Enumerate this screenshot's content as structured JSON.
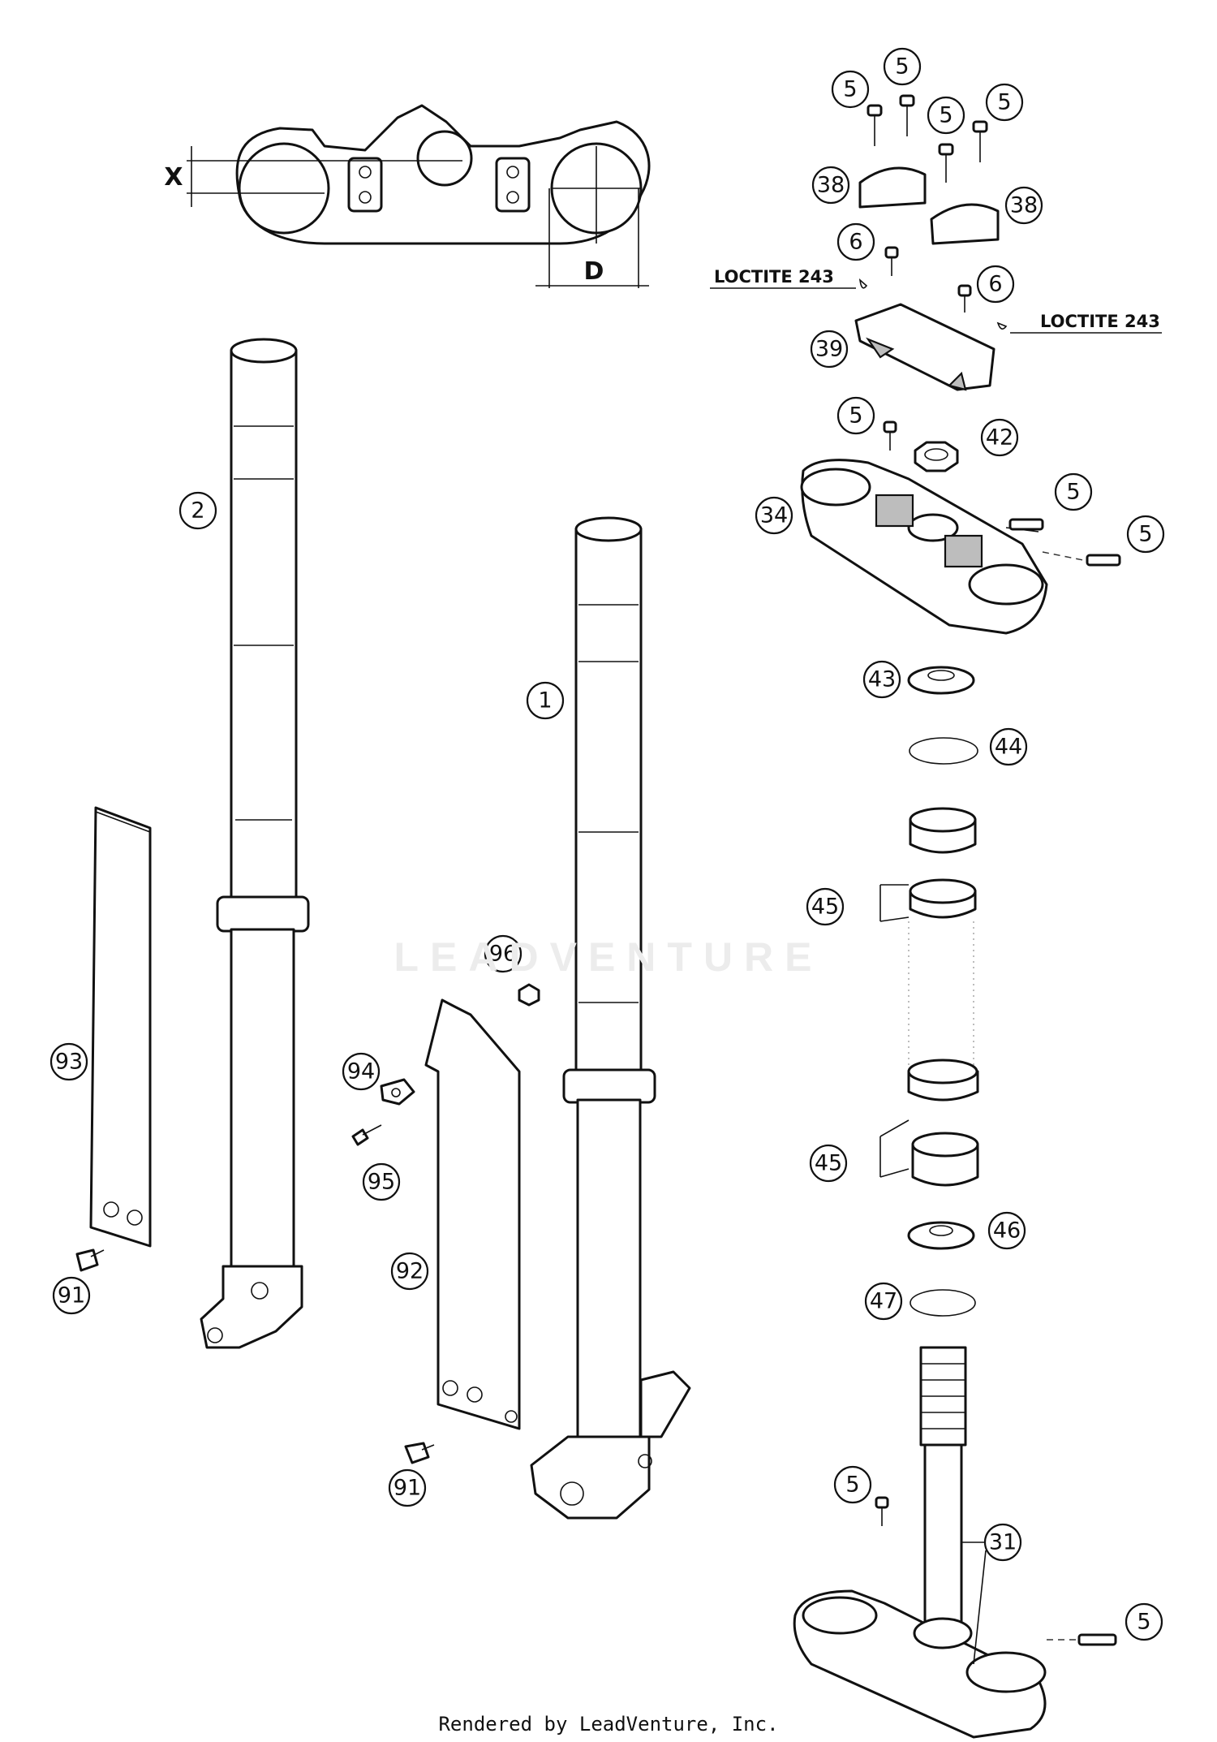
{
  "watermark": "LEADVENTURE",
  "footer": "Rendered by LeadVenture, Inc.",
  "loctite_label": "LOCTITE 243",
  "dimension_labels": {
    "x": "X",
    "d": "D"
  },
  "callouts": [
    {
      "id": "c-5-a",
      "label": "5"
    },
    {
      "id": "c-5-b",
      "label": "5"
    },
    {
      "id": "c-5-c",
      "label": "5"
    },
    {
      "id": "c-5-d",
      "label": "5"
    },
    {
      "id": "c-38-a",
      "label": "38"
    },
    {
      "id": "c-38-b",
      "label": "38"
    },
    {
      "id": "c-6-a",
      "label": "6"
    },
    {
      "id": "c-6-b",
      "label": "6"
    },
    {
      "id": "c-39",
      "label": "39"
    },
    {
      "id": "c-5-e",
      "label": "5"
    },
    {
      "id": "c-42",
      "label": "42"
    },
    {
      "id": "c-34",
      "label": "34"
    },
    {
      "id": "c-5-f",
      "label": "5"
    },
    {
      "id": "c-5-g",
      "label": "5"
    },
    {
      "id": "c-2",
      "label": "2"
    },
    {
      "id": "c-1",
      "label": "1"
    },
    {
      "id": "c-43",
      "label": "43"
    },
    {
      "id": "c-44",
      "label": "44"
    },
    {
      "id": "c-45-a",
      "label": "45"
    },
    {
      "id": "c-45-b",
      "label": "45"
    },
    {
      "id": "c-96",
      "label": "96"
    },
    {
      "id": "c-93",
      "label": "93"
    },
    {
      "id": "c-94",
      "label": "94"
    },
    {
      "id": "c-95",
      "label": "95"
    },
    {
      "id": "c-46",
      "label": "46"
    },
    {
      "id": "c-47",
      "label": "47"
    },
    {
      "id": "c-92",
      "label": "92"
    },
    {
      "id": "c-91-a",
      "label": "91"
    },
    {
      "id": "c-91-b",
      "label": "91"
    },
    {
      "id": "c-5-h",
      "label": "5"
    },
    {
      "id": "c-31",
      "label": "31"
    },
    {
      "id": "c-5-i",
      "label": "5"
    }
  ]
}
